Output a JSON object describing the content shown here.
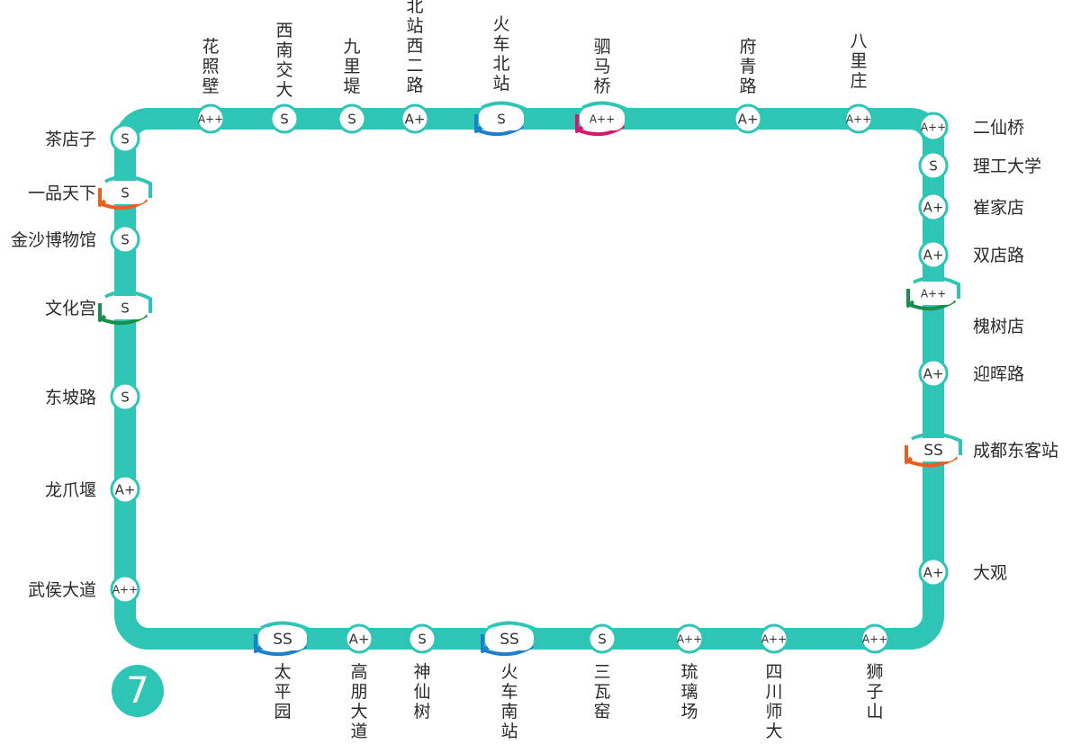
{
  "line": {
    "number": "7",
    "color": "#2ec4b6"
  },
  "transfer_colors": {
    "orange": "#e8601c",
    "green": "#1a8f4c",
    "blue": "#1e7fcb",
    "magenta": "#d6176f"
  },
  "stations": [
    {
      "name": "茶店子",
      "grade": "S"
    },
    {
      "name": "花照壁",
      "grade": "A++"
    },
    {
      "name": "西南交大",
      "grade": "S"
    },
    {
      "name": "九里堤",
      "grade": "S"
    },
    {
      "name": "北站西二路",
      "grade": "A+"
    },
    {
      "name": "火车北站",
      "grade": "S",
      "transfer": "blue"
    },
    {
      "name": "驷马桥",
      "grade": "A++",
      "transfer": "magenta"
    },
    {
      "name": "府青路",
      "grade": "A+"
    },
    {
      "name": "八里庄",
      "grade": "A++"
    },
    {
      "name": "二仙桥",
      "grade": "A++"
    },
    {
      "name": "理工大学",
      "grade": "S"
    },
    {
      "name": "崔家店",
      "grade": "A+"
    },
    {
      "name": "双店路",
      "grade": "A+"
    },
    {
      "name": "槐树店",
      "grade": "A++",
      "transfer": "green"
    },
    {
      "name": "迎晖路",
      "grade": "A+"
    },
    {
      "name": "成都东客站",
      "grade": "SS",
      "transfer": "orange"
    },
    {
      "name": "大观",
      "grade": "A+"
    },
    {
      "name": "狮子山",
      "grade": "A++"
    },
    {
      "name": "四川师大",
      "grade": "A++"
    },
    {
      "name": "琉璃场",
      "grade": "A++"
    },
    {
      "name": "三瓦窑",
      "grade": "S"
    },
    {
      "name": "火车南站",
      "grade": "SS",
      "transfer": "blue"
    },
    {
      "name": "神仙树",
      "grade": "S"
    },
    {
      "name": "高朋大道",
      "grade": "A+"
    },
    {
      "name": "太平园",
      "grade": "SS",
      "transfer": "blue"
    },
    {
      "name": "武侯大道",
      "grade": "A++"
    },
    {
      "name": "龙爪堰",
      "grade": "A+"
    },
    {
      "name": "东坡路",
      "grade": "S"
    },
    {
      "name": "文化宫",
      "grade": "S",
      "transfer": "green"
    },
    {
      "name": "金沙博物馆",
      "grade": "S"
    },
    {
      "name": "一品天下",
      "grade": "S",
      "transfer": "orange"
    }
  ]
}
